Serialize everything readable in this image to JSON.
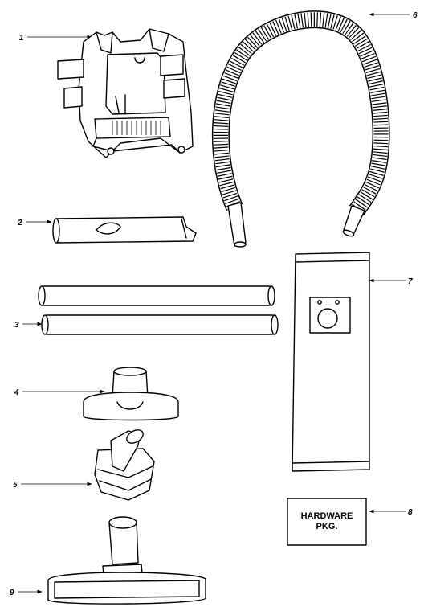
{
  "parts": [
    {
      "number": "1",
      "part": "frame"
    },
    {
      "number": "2",
      "part": "crevice-tool"
    },
    {
      "number": "3",
      "part": "wands"
    },
    {
      "number": "4",
      "part": "upholstery-nozzle"
    },
    {
      "number": "5",
      "part": "dusting-brush"
    },
    {
      "number": "6",
      "part": "hose"
    },
    {
      "number": "7",
      "part": "bag"
    },
    {
      "number": "8",
      "part": "hardware-package"
    },
    {
      "number": "9",
      "part": "floor-tool"
    }
  ],
  "hardware_label": {
    "line1": "HARDWARE",
    "line2": "PKG."
  }
}
